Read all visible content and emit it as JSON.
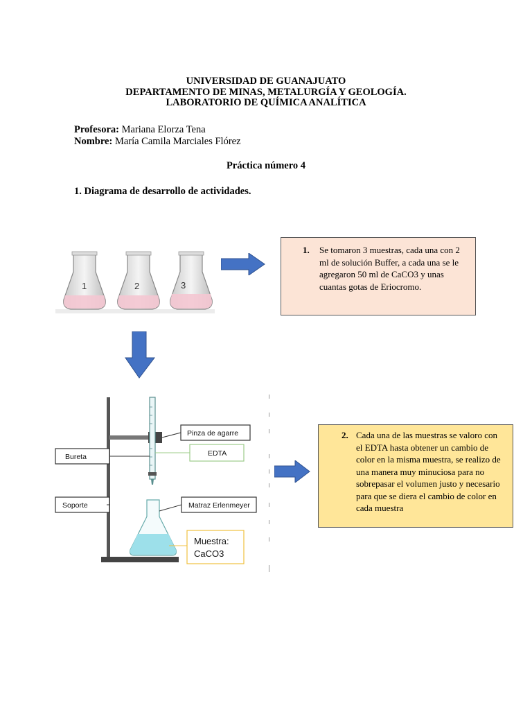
{
  "header": {
    "line1": "UNIVERSIDAD DE GUANAJUATO",
    "line2": "DEPARTAMENTO DE MINAS, METALURGÍA Y GEOLOGÍA.",
    "line3": "LABORATORIO DE QUÍMICA ANALÍTICA"
  },
  "meta": {
    "professor_label": "Profesora:",
    "professor_name": "Mariana Elorza Tena",
    "name_label": "Nombre:",
    "student_name": "María Camila Marciales Flórez"
  },
  "practice_title": "Práctica número 4",
  "section_title": "1. Diagrama de desarrollo de actividades.",
  "flasks": {
    "labels": [
      "1",
      "2",
      "3"
    ],
    "liquid_color": "#f4c6d2"
  },
  "step1": {
    "number": "1.",
    "text": "Se tomaron 3 muestras, cada una con 2 ml de solución Buffer, a cada una se le agregaron 50 ml de CaCO3 y unas cuantas gotas de Eriocromo.",
    "background": "#fce4d6"
  },
  "step2": {
    "number": "2.",
    "text": "Cada una de las muestras se valoro con el EDTA hasta obtener un cambio de color en la misma muestra, se realizo de una manera muy minuciosa para no sobrepasar el volumen justo y necesario para que se diera el cambio de color en cada muestra",
    "background": "#ffe699"
  },
  "apparatus": {
    "pinza": "Pinza de agarre",
    "bureta": "Bureta",
    "edta": "EDTA",
    "soporte": "Soporte",
    "matraz": "Matraz Erlenmeyer",
    "muestra_line1": "Muestra:",
    "muestra_line2": "CaCO3",
    "solution_color": "#9de0ea"
  },
  "arrows": {
    "color": "#4472c4"
  }
}
